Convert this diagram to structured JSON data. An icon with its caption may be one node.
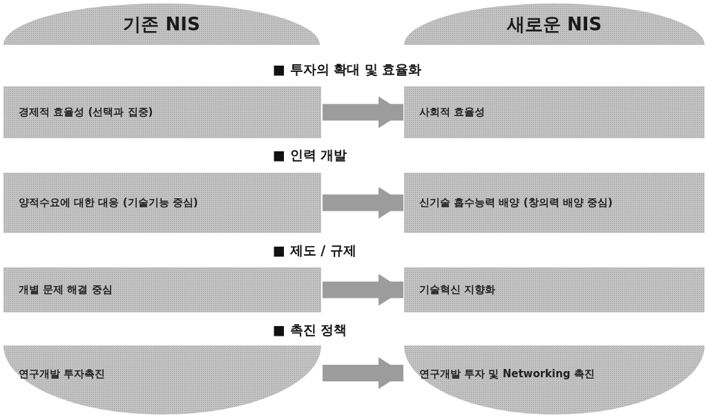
{
  "diagram": {
    "nodes": [
      {
        "text": [
          "기존 NIS"
        ]
      },
      {
        "text": [
          "새로운 NIS"
        ]
      },
      {
        "text": [
          "경제적 효율성 (선택과 집중)"
        ]
      },
      {
        "text": [
          "사회적 효율성"
        ]
      },
      {
        "text": [
          "양적수요에 대한 대응 (기술기능 중심)"
        ]
      },
      {
        "text": [
          "신기술 흡수능력 배양 (창의력 배양 중심)"
        ]
      },
      {
        "text": [
          "개별 문제 해결 중심"
        ]
      },
      {
        "text": [
          "기술혁신 지향화"
        ]
      },
      {
        "text": [
          "연구개발 투자촉진"
        ]
      },
      {
        "text": [
          "연구개발 투자 및 Networking 촉진"
        ]
      }
    ],
    "edges": [
      {
        "from": 2,
        "to": 3,
        "arrow": "to"
      },
      {
        "from": 4,
        "to": 5,
        "arrow": "to"
      },
      {
        "from": 6,
        "to": 7,
        "arrow": "to"
      },
      {
        "from": 8,
        "to": 9,
        "arrow": "to"
      }
    ],
    "labels": [
      "■ 투자의 확대 및 효율화",
      "■ 인력 개발",
      "■ 제도 / 규제",
      "■ 촉진 정책"
    ]
  }
}
